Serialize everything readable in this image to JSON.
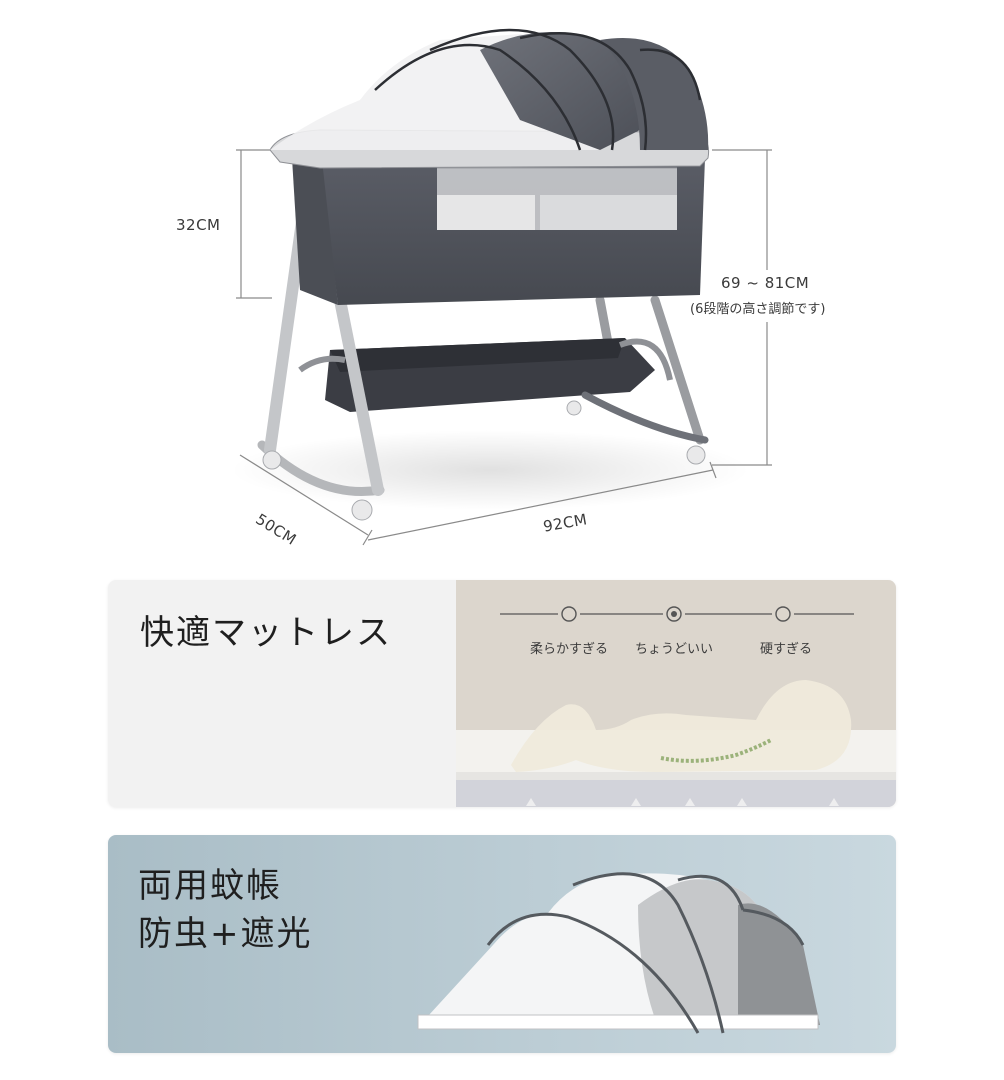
{
  "product_diagram": {
    "dimensions": {
      "panel_height": "32CM",
      "total_height": "69 ~ 81CM",
      "height_note": "(6段階の高さ調節です)",
      "depth": "50CM",
      "width": "92CM"
    }
  },
  "mattress_panel": {
    "title": "快適マットレス",
    "firmness_scale": {
      "options": [
        {
          "label": "柔らかすぎる",
          "selected": false
        },
        {
          "label": "ちょうどいい",
          "selected": true
        },
        {
          "label": "硬すぎる",
          "selected": false
        }
      ]
    }
  },
  "net_panel": {
    "title_line1": "両用蚊帳",
    "title_line2": "防虫+遮光"
  },
  "colors": {
    "frame_gray": "#4a4d55",
    "mattress_panel_bg": "#f2f2f2",
    "mattress_image_bg": "#dcd6cd",
    "net_panel_bg": "#b6c9d1",
    "text_dark": "#1f1f1f"
  }
}
